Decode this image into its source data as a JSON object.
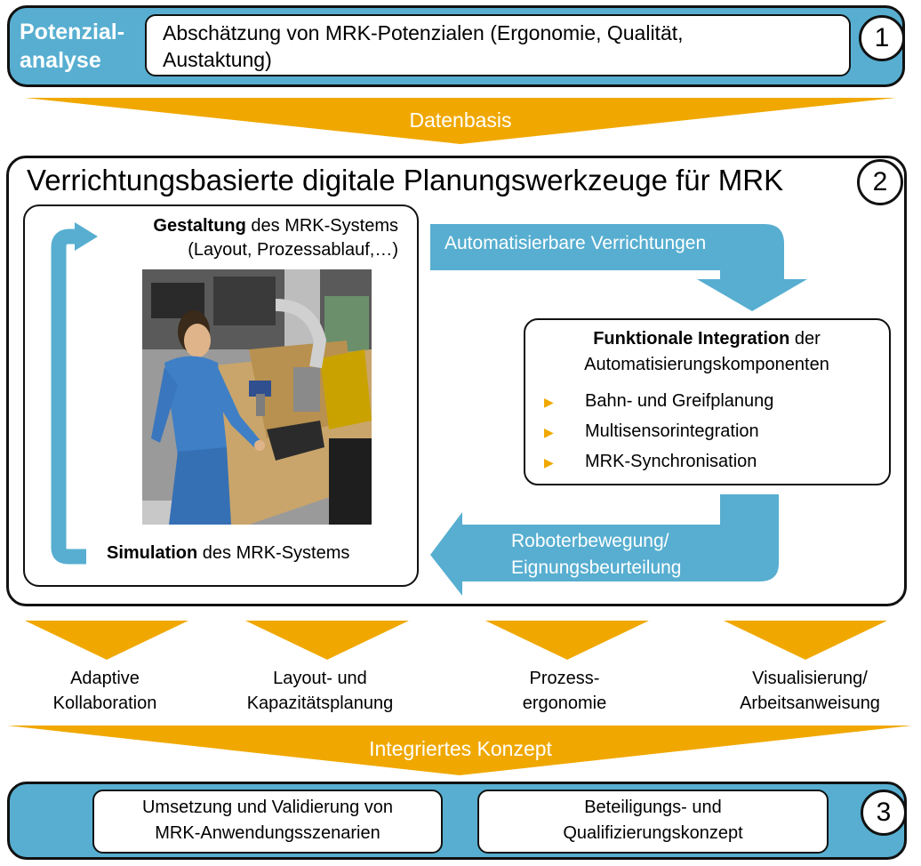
{
  "section1": {
    "label_line1": "Potenzial-",
    "label_line2": "analyse",
    "text_line1": "Abschätzung von MRK-Potenzialen (Ergonomie, Qualität,",
    "text_line2": "Austaktung)",
    "number": "1"
  },
  "datenbasis": "Datenbasis",
  "section2": {
    "title": "Verrichtungsbasierte digitale Planungswerkzeuge für MRK",
    "number": "2",
    "gestaltung_bold": "Gestaltung",
    "gestaltung_rest": " des MRK-Systems",
    "gestaltung_line2": "(Layout, Prozessablauf,…)",
    "simulation_bold": "Simulation",
    "simulation_rest": " des MRK-Systems",
    "arrow_top": "Automatisierbare Verrichtungen",
    "arrow_bottom_line1": "Roboterbewegung/",
    "arrow_bottom_line2": "Eignungsbeurteilung",
    "func_title_bold": "Funktionale Integration",
    "func_title_rest": " der",
    "func_title_line2": "Automatisierungskomponenten",
    "func_items": [
      "Bahn- und Greifplanung",
      "Multisensorintegration",
      "MRK-Synchronisation"
    ]
  },
  "outputs": [
    {
      "line1": "Adaptive",
      "line2": "Kollaboration"
    },
    {
      "line1": "Layout- und",
      "line2": "Kapazitätsplanung"
    },
    {
      "line1": "Prozess-",
      "line2": "ergonomie"
    },
    {
      "line1": "Visualisierung/",
      "line2": "Arbeitsanweisung"
    }
  ],
  "integriertes_konzept": "Integriertes Konzept",
  "section3": {
    "box1_line1": "Umsetzung und Validierung von",
    "box1_line2": "MRK-Anwendungsszenarien",
    "box2_line1": "Beteiligungs- und",
    "box2_line2": "Qualifizierungskonzept",
    "number": "3"
  },
  "colors": {
    "blue": "#57aed0",
    "orange": "#f0a800",
    "border": "#111111"
  }
}
